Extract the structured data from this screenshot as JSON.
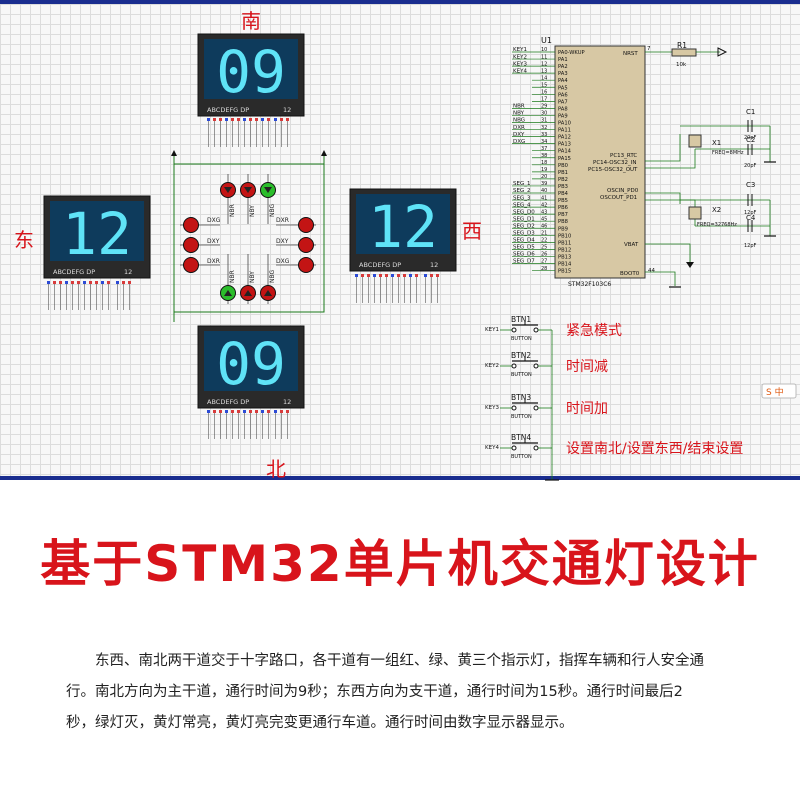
{
  "directions": {
    "south": "南",
    "north": "北",
    "east": "东",
    "west": "西"
  },
  "displays": {
    "south": {
      "value": "09",
      "seg_label": "ABCDEFG DP",
      "digit_label": "12"
    },
    "north": {
      "value": "09",
      "seg_label": "ABCDEFG DP",
      "digit_label": "12"
    },
    "east": {
      "value": "12",
      "seg_label": "ABCDEFG DP",
      "digit_label": "12"
    },
    "west": {
      "value": "12",
      "seg_label": "ABCDEFG DP",
      "digit_label": "12"
    }
  },
  "lights_labels": {
    "dxg_top": "DXG",
    "dxy_left": "DXY",
    "dxr_left": "DXR",
    "dxr_right": "DXR",
    "dxy_right": "DXY",
    "dxg_right": "DXG",
    "nbr_top": "NBR",
    "nby_top": "NBY",
    "nbg_top": "NBG",
    "nbr_bot": "NBR",
    "nby_bot": "NBY",
    "nbg_bot": "NBG"
  },
  "mcu": {
    "ref": "U1",
    "part": "STM32F103C6",
    "left_pins": [
      {
        "num": "10",
        "name": "PA0-WKUP",
        "net": "KEY1"
      },
      {
        "num": "11",
        "name": "PA1",
        "net": "KEY2"
      },
      {
        "num": "12",
        "name": "PA2",
        "net": "KEY3"
      },
      {
        "num": "13",
        "name": "PA3",
        "net": "KEY4"
      },
      {
        "num": "14",
        "name": "PA4",
        "net": ""
      },
      {
        "num": "15",
        "name": "PA5",
        "net": ""
      },
      {
        "num": "16",
        "name": "PA6",
        "net": ""
      },
      {
        "num": "17",
        "name": "PA7",
        "net": ""
      },
      {
        "num": "29",
        "name": "PA8",
        "net": "NBR"
      },
      {
        "num": "30",
        "name": "PA9",
        "net": "NBY"
      },
      {
        "num": "31",
        "name": "PA10",
        "net": "NBG"
      },
      {
        "num": "32",
        "name": "PA11",
        "net": "DXR"
      },
      {
        "num": "33",
        "name": "PA12",
        "net": "DXY"
      },
      {
        "num": "34",
        "name": "PA13",
        "net": "DXG"
      },
      {
        "num": "37",
        "name": "PA14",
        "net": ""
      },
      {
        "num": "38",
        "name": "PA15",
        "net": ""
      },
      {
        "num": "18",
        "name": "PB0",
        "net": ""
      },
      {
        "num": "19",
        "name": "PB1",
        "net": ""
      },
      {
        "num": "20",
        "name": "PB2",
        "net": ""
      },
      {
        "num": "39",
        "name": "PB3",
        "net": "SEG_1"
      },
      {
        "num": "40",
        "name": "PB4",
        "net": "SEG_2"
      },
      {
        "num": "41",
        "name": "PB5",
        "net": "SEG_3"
      },
      {
        "num": "42",
        "name": "PB6",
        "net": "SEG_4"
      },
      {
        "num": "43",
        "name": "PB7",
        "net": "SEG_D0"
      },
      {
        "num": "45",
        "name": "PB8",
        "net": "SEG_D1"
      },
      {
        "num": "46",
        "name": "PB9",
        "net": "SEG_D2"
      },
      {
        "num": "21",
        "name": "PB10",
        "net": "SEG_D3"
      },
      {
        "num": "22",
        "name": "PB11",
        "net": "SEG_D4"
      },
      {
        "num": "25",
        "name": "PB12",
        "net": "SEG_D5"
      },
      {
        "num": "26",
        "name": "PB13",
        "net": "SEG_D6"
      },
      {
        "num": "27",
        "name": "PB14",
        "net": "SEG_D7"
      },
      {
        "num": "28",
        "name": "PB15",
        "net": ""
      }
    ],
    "right_pins": {
      "nrst": "NRST",
      "nrst_num": "7",
      "pc13": "PC13_RTC",
      "pc14": "PC14-OSC32_IN",
      "pc15": "PC15-OSC32_OUT",
      "pd0": "OSCIN_PD0",
      "pd1": "OSCOUT_PD1",
      "vbat": "VBAT",
      "boot0": "BOOT0",
      "boot0_num": "44"
    }
  },
  "passives": {
    "r1": "R1",
    "r1_val": "10k",
    "c1": "C1",
    "c1_val": "20pF",
    "c2": "C2",
    "c2_val": "20pF",
    "c3": "C3",
    "c3_val": "12pF",
    "c4": "C4",
    "c4_val": "12pF",
    "x1": "X1",
    "x1_freq": "FREQ=8MHz",
    "x2": "X2",
    "x2_freq": "FREQ=32768Hz"
  },
  "buttons": [
    {
      "ref": "BTN1",
      "net": "KEY1",
      "type": "BUTTON",
      "desc": "紧急模式"
    },
    {
      "ref": "BTN2",
      "net": "KEY2",
      "type": "BUTTON",
      "desc": "时间减"
    },
    {
      "ref": "BTN3",
      "net": "KEY3",
      "type": "BUTTON",
      "desc": "时间加"
    },
    {
      "ref": "BTN4",
      "net": "KEY4",
      "type": "BUTTON",
      "desc": "设置南北/设置东西/结束设置"
    }
  ],
  "ime_badge": "S 中",
  "title": "基于STM32单片机交通灯设计",
  "description": "东西、南北两干道交于十字路口，各干道有一组红、绿、黄三个指示灯，指挥车辆和行人安全通行。南北方向为主干道，通行时间为9秒；东西方向为支干道，通行时间为15秒。通行时间最后2秒，绿灯灭，黄灯常亮，黄灯亮完变更通行车道。通行时间由数字显示器显示。",
  "colors": {
    "title": "#d8141b",
    "border": "#1a2d8f",
    "display_bg": "#0e3b5c",
    "digit": "#5fe3f7",
    "wire": "#1a7a1a",
    "label_red": "#d8141b"
  }
}
